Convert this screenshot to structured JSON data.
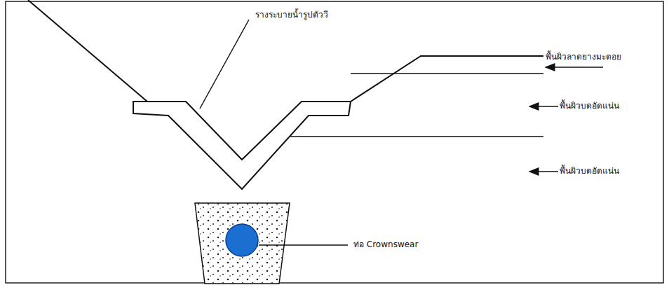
{
  "diagram": {
    "labels": [
      "รางระบายน้ำรูปตัววี",
      "พื้นผิวลาดยางมะตอย",
      "พื้นผิวบดอัดแน่น",
      "พื้นผิวบดอัดแน่น",
      "ท่อ Crownswear"
    ]
  }
}
